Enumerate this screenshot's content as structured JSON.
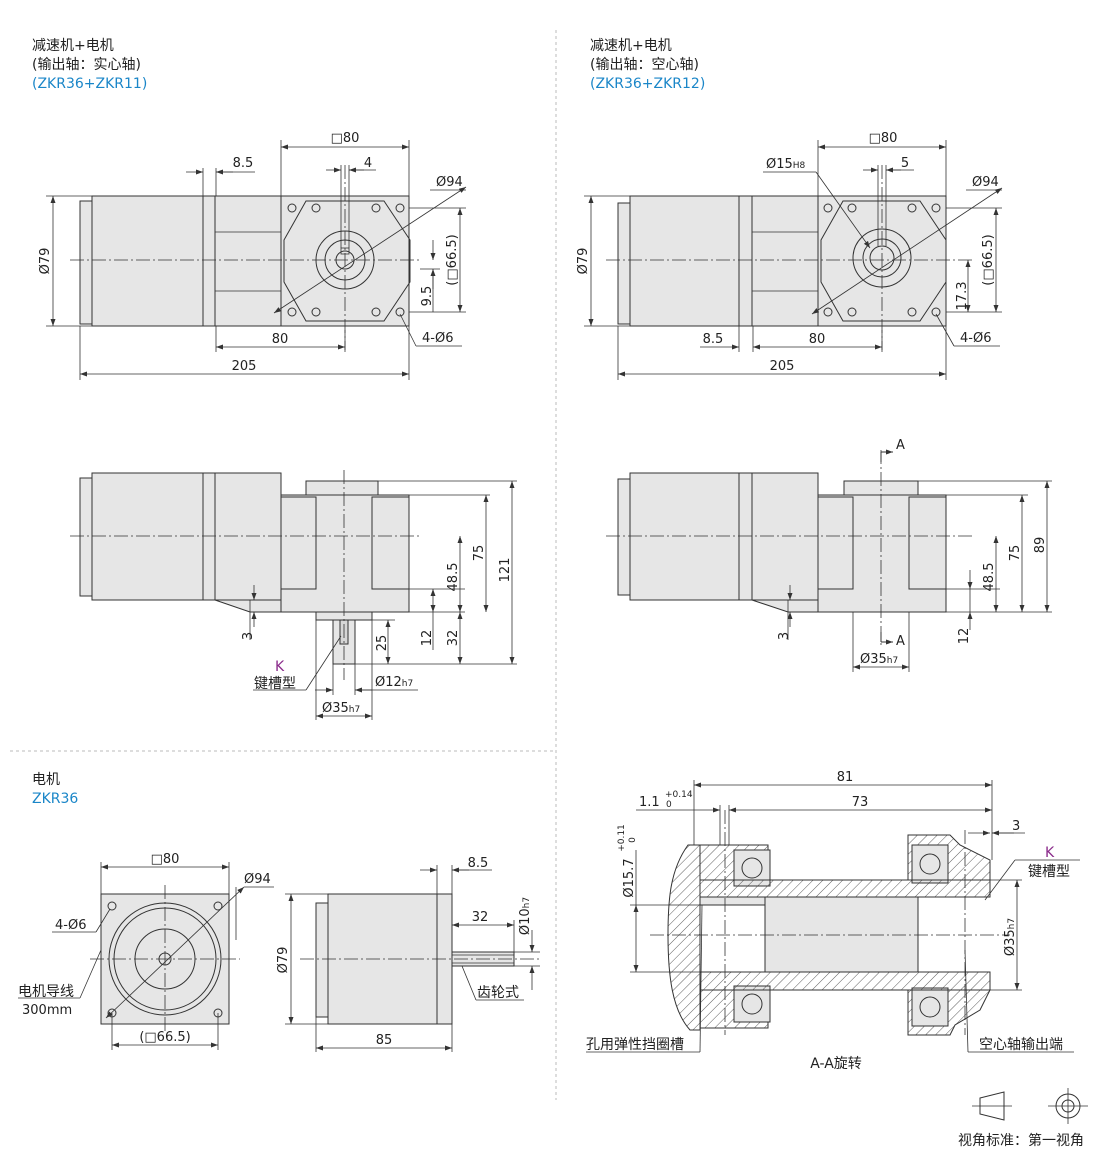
{
  "blocks": {
    "top_left": {
      "line1": "减速机+电机",
      "line2": "(输出轴：实心轴)",
      "model": "(ZKR36+ZKR11)"
    },
    "top_right": {
      "line1": "减速机+电机",
      "line2": "(输出轴：空心轴)",
      "model": "(ZKR36+ZKR12)"
    },
    "bottom_left": {
      "line1": "电机",
      "model": "ZKR36"
    }
  },
  "dims": {
    "tl": {
      "sq80": "□80",
      "d85": "8.5",
      "d4": "4",
      "dia94": "Ø94",
      "dia79": "Ø79",
      "sq665": "(□66.5)",
      "d95": "9.5",
      "d80": "80",
      "d205": "205",
      "holes": "4-Ø6"
    },
    "tr": {
      "sq80": "□80",
      "dia15": "Ø15",
      "dia15_tol": "H8",
      "d5": "5",
      "dia94": "Ø94",
      "dia79": "Ø79",
      "sq665": "(□66.5)",
      "d173": "17.3",
      "d85": "8.5",
      "d80": "80",
      "d205": "205",
      "holes": "4-Ø6"
    },
    "ml": {
      "d75": "75",
      "d485": "48.5",
      "d121": "121",
      "d3": "3",
      "d12": "12",
      "d32": "32",
      "d25": "25",
      "k": "K",
      "keyway": "键槽型",
      "dia12": "Ø12",
      "dia12_tol": "h7",
      "dia35": "Ø35",
      "dia35_tol": "h7"
    },
    "mr": {
      "section_a": "A",
      "d485": "48.5",
      "d75": "75",
      "d89": "89",
      "d3": "3",
      "d12": "12",
      "dia35": "Ø35",
      "dia35_tol": "h7"
    },
    "bl": {
      "sq80": "□80",
      "dia94": "Ø94",
      "holes": "4-Ø6",
      "lead": "电机导线",
      "lead_len": "300mm",
      "sq665": "(□66.5)",
      "d85": "8.5",
      "d32": "32",
      "dia10": "Ø10",
      "dia10_tol": "h7",
      "dia79": "Ø79",
      "d85b": "85",
      "gear": "齿轮式"
    },
    "br": {
      "d81": "81",
      "d73": "73",
      "d11": "1.1",
      "d11_up": "+0.14",
      "d11_low": "0",
      "d3": "3",
      "dia157": "Ø15.7",
      "dia157_up": "+0.11",
      "dia157_low": "0",
      "k": "K",
      "keyway": "键槽型",
      "dia35": "Ø35",
      "dia35_tol": "h7",
      "circlip": "孔用弹性挡圈槽",
      "hollow_out": "空心轴输出端",
      "rotate": "A-A旋转"
    }
  },
  "projection": {
    "label": "视角标准：第一视角"
  },
  "colors": {
    "body_fill": "#e6e6e6",
    "line": "#333333",
    "model_text": "#1a86c8",
    "key_label": "#8a2a8a"
  }
}
